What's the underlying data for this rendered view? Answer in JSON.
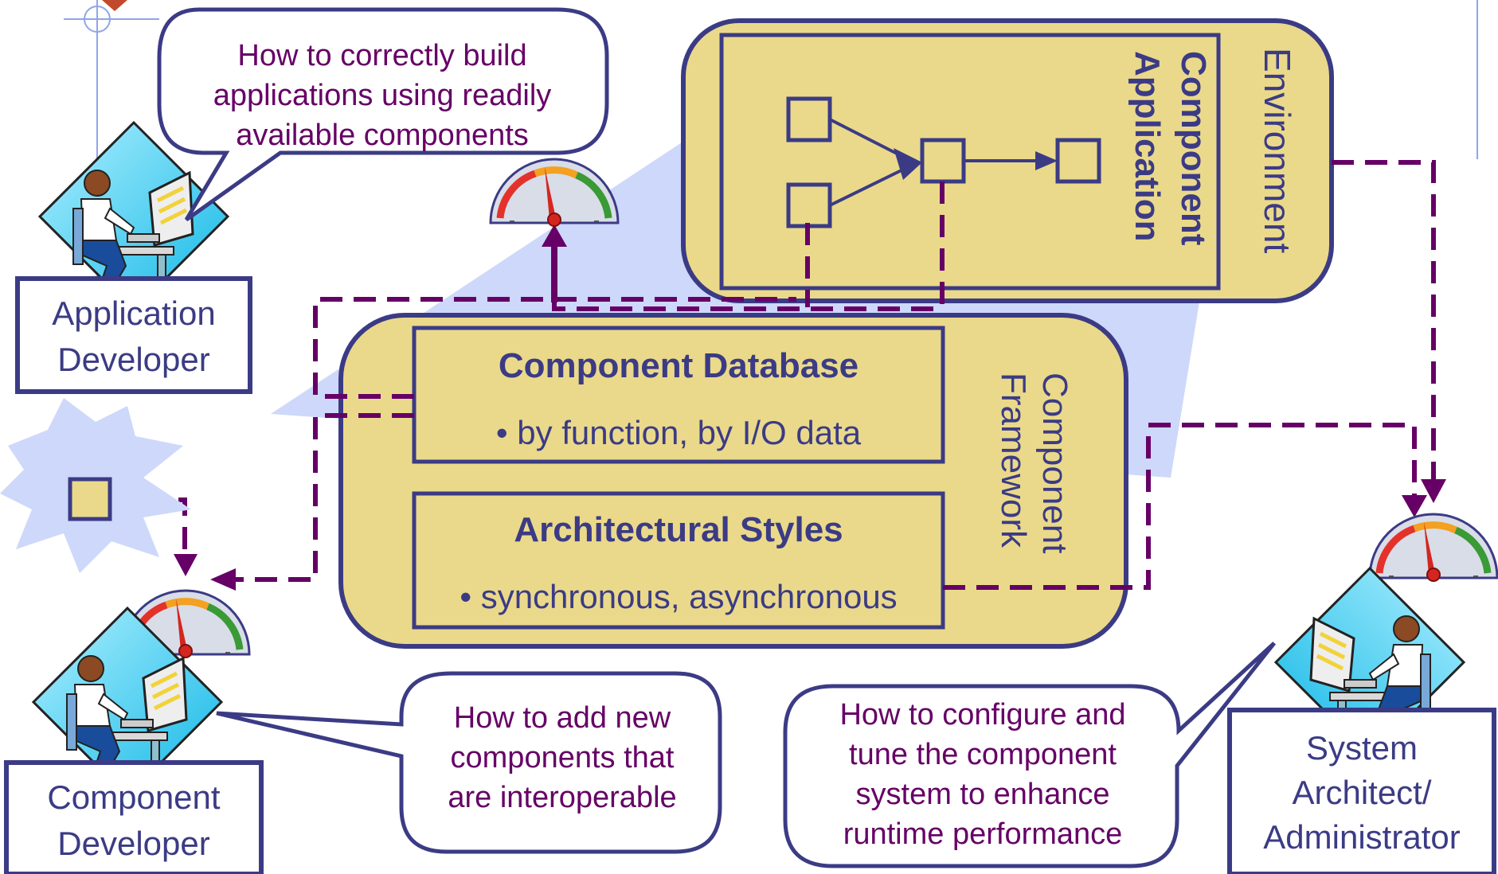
{
  "colors": {
    "box_fill": "#ead98a",
    "box_stroke": "#3b3b85",
    "label_text": "#3b3b85",
    "bubble_text": "#660066",
    "connector": "#660066",
    "shadow": "#cdd8fa",
    "white": "#ffffff",
    "monitor_bg": "#18c8ee"
  },
  "callouts": {
    "app_dev": [
      "How to correctly build",
      "applications using readily",
      "available components"
    ],
    "comp_dev": [
      "How to add new",
      "components that",
      "are interoperable"
    ],
    "sys_admin": [
      "How to configure and",
      "tune the component",
      "system to enhance",
      "runtime performance"
    ]
  },
  "roles": {
    "app_dev": [
      "Application",
      "Developer"
    ],
    "comp_dev": [
      "Component",
      "Developer"
    ],
    "sys_admin": [
      "System",
      "Architect/",
      "Administrator"
    ]
  },
  "environment": {
    "label": "Environment",
    "app_label": [
      "Component",
      "Application"
    ]
  },
  "framework": {
    "label": [
      "Component",
      "Framework"
    ],
    "database": {
      "title": "Component Database",
      "bullet": "• by function, by I/O data"
    },
    "styles": {
      "title": "Architectural Styles",
      "bullet": "• synchronous, asynchronous"
    }
  },
  "icons": {
    "gauge": "performance-gauge-icon",
    "person": "developer-at-computer-icon",
    "burst": "new-component-burst-icon",
    "component": "component-square-icon"
  }
}
